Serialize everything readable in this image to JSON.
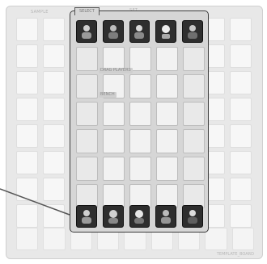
{
  "board": {
    "top_left_label": "SAMPLE",
    "top_center_label": "SET",
    "footer_label": "TEMPLATE_BOARD"
  },
  "panel": {
    "tab_label": "SELECT",
    "zone_label_1": "DRAG PLAYERS",
    "zone_label_2": "BENCH"
  },
  "top_avatars": [
    "player-1",
    "player-2",
    "player-3",
    "player-4",
    "player-5"
  ],
  "bottom_avatars": [
    "player-6",
    "player-7",
    "player-8",
    "player-9",
    "player-10"
  ],
  "colors": {
    "panel_border": "#3c3c3c",
    "avatar_bg": "#2e2e2e",
    "slot_bg": "#f2f2f2"
  }
}
